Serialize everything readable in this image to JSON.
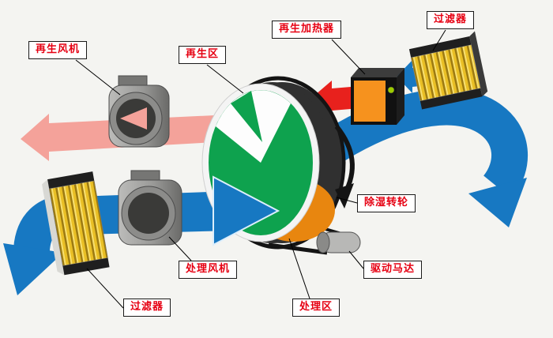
{
  "labels": {
    "regen_fan": "再生风机",
    "regen_zone": "再生区",
    "regen_heater": "再生加热器",
    "filter_top": "过滤器",
    "dehumid_wheel": "除湿转轮",
    "drive_motor": "驱动马达",
    "process_zone": "处理区",
    "process_fan": "处理风机",
    "filter_bottom": "过滤器"
  },
  "palette": {
    "process_air_blue": "#1778c2",
    "moist_exhaust_pink": "#f4a29a",
    "hot_air_red": "#e8211d",
    "wheel_green": "#0ea24e",
    "heater_orange": "#f6921e",
    "filter_yellow": "#e9bf25",
    "component_gray": "#9a9a98",
    "label_text_red": "#e60012"
  }
}
